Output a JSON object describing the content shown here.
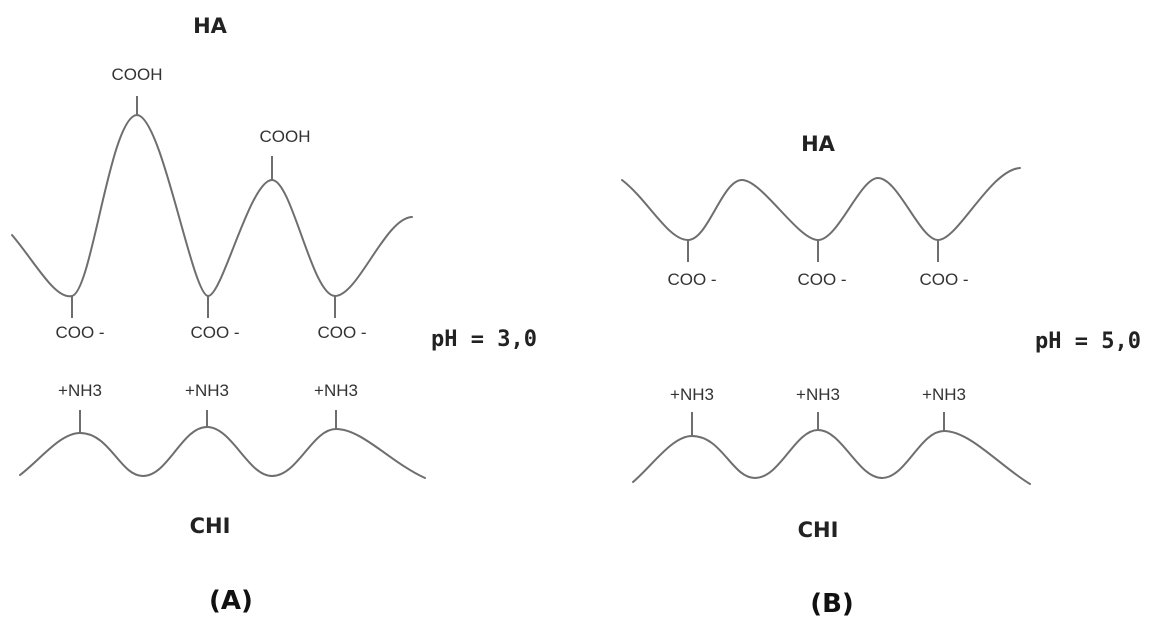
{
  "panel_a": {
    "ha_label": "HA",
    "chi_label": "CHI",
    "ph_label": "pH = 3,0",
    "panel_label": "(A)",
    "ha_groups_top": [
      "COOH",
      "COOH"
    ],
    "ha_groups_bottom": [
      "COO -",
      "COO -",
      "COO -"
    ],
    "chi_groups": [
      "+NH3",
      "+NH3",
      "+NH3"
    ]
  },
  "panel_b": {
    "ha_label": "HA",
    "chi_label": "CHI",
    "ph_label": "pH = 5,0",
    "panel_label": "(B)",
    "ha_groups_bottom": [
      "COO -",
      "COO -",
      "COO -"
    ],
    "chi_groups": [
      "+NH3",
      "+NH3",
      "+NH3"
    ]
  }
}
